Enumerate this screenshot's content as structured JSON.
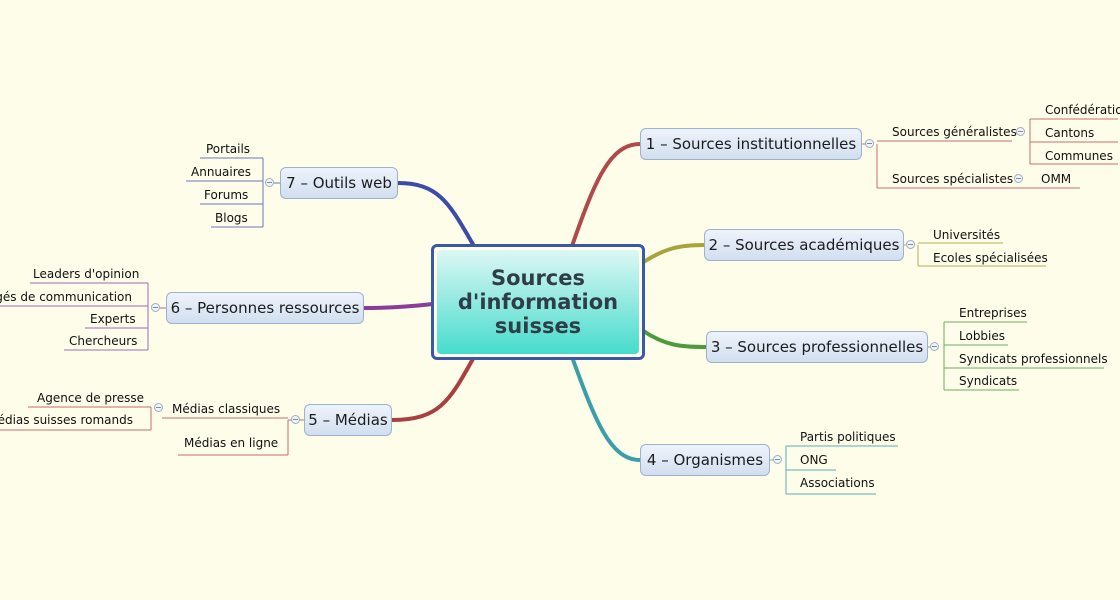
{
  "central_topic": {
    "line1": "Sources",
    "line2": "d'information",
    "line3": "suisses"
  },
  "branches": [
    {
      "label": "1 – Sources institutionnelles",
      "color": "#b04a4a",
      "groups": [
        {
          "label": "Sources généralistes",
          "children": [
            "Confédération",
            "Cantons",
            "Communes"
          ]
        },
        {
          "label": "Sources spécialistes",
          "children": [
            "OMM"
          ]
        }
      ]
    },
    {
      "label": "2 – Sources académiques",
      "color": "#a8a43c",
      "children": [
        "Universités",
        "Ecoles spécialisées"
      ]
    },
    {
      "label": "3 – Sources professionnelles",
      "color": "#4c9a3c",
      "children": [
        "Entreprises",
        "Lobbies",
        "Syndicats professionnels",
        "Syndicats"
      ]
    },
    {
      "label": "4 – Organismes",
      "color": "#3a9fa8",
      "children": [
        "Partis politiques",
        "ONG",
        "Associations"
      ]
    },
    {
      "label": "5 – Médias",
      "color": "#a84040",
      "groups": [
        {
          "label": "Médias classiques",
          "children": [
            "Agence de presse",
            "Médias suisses romands"
          ]
        },
        {
          "label": "Médias en ligne",
          "children": []
        }
      ]
    },
    {
      "label": "6 – Personnes ressources",
      "color": "#8a3c98",
      "children": [
        "Leaders d'opinion",
        "Chargés de communication",
        "Experts",
        "Chercheurs"
      ]
    },
    {
      "label": "7 – Outils web",
      "color": "#3c4ca8",
      "children": [
        "Portails",
        "Annuaires",
        "Forums",
        "Blogs"
      ]
    }
  ]
}
